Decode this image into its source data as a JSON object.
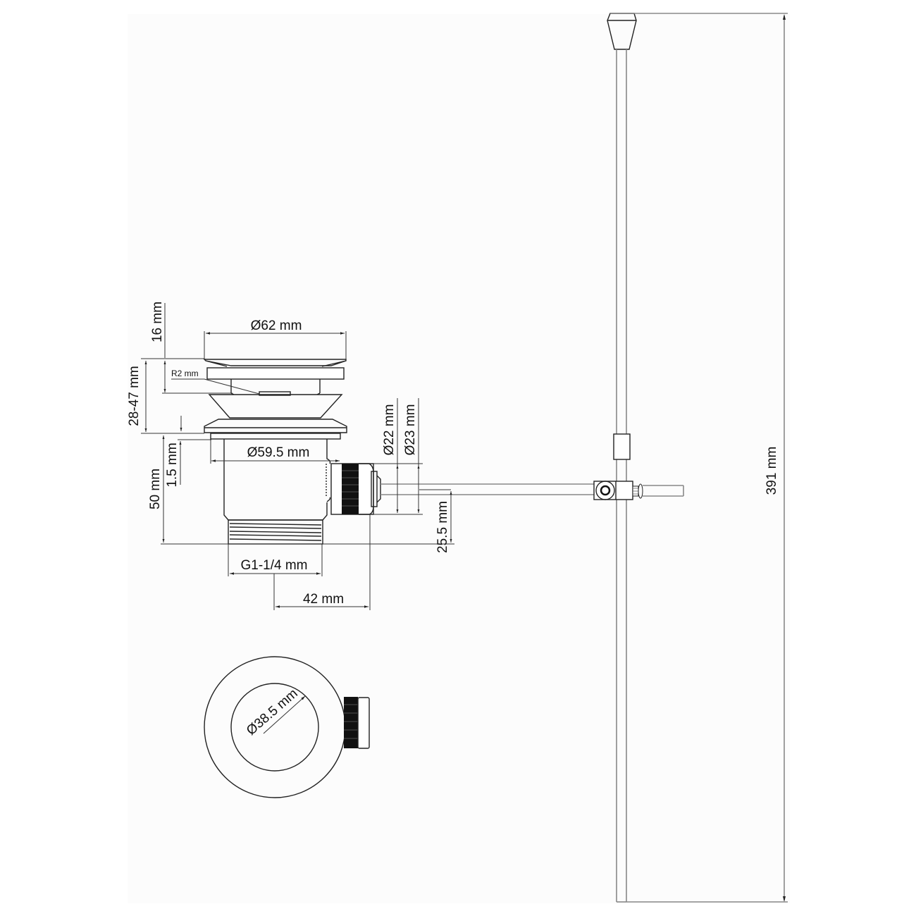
{
  "drawing": {
    "title": "Pop-up waste technical drawing",
    "colors": {
      "line": "#222222",
      "rod": "#777777",
      "background": "#ffffff",
      "sheet": "#fcfcfc",
      "knurl": "#111111"
    },
    "dimensions": {
      "cap_diameter": "Ø62 mm",
      "cap_height": "16 mm",
      "stroke_range": "28-47 mm",
      "radius": "R2 mm",
      "flange_thickness": "1.5 mm",
      "body_diameter": "Ø59.5 mm",
      "body_height": "50 mm",
      "thread": "G1-1/4 mm",
      "rod_offset": "42 mm",
      "connector_inner_diameter": "Ø22 mm",
      "connector_outer_diameter": "Ø23 mm",
      "rod_height": "25.5 mm",
      "bore_diameter": "Ø38.5 mm",
      "lift_rod_length": "391 mm"
    }
  }
}
